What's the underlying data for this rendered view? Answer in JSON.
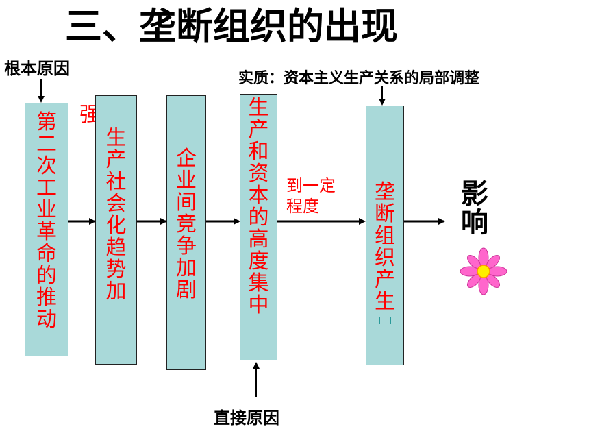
{
  "title": "三、垄断组织的出现",
  "labels": {
    "root_cause": "根本原因",
    "essence": "实质：资本主义生产关系的局部调整",
    "direct_cause": "直接原因",
    "qiang": "强",
    "to_certain_degree": "到一定程度"
  },
  "boxes": [
    {
      "text": "第二次工业革命的推动"
    },
    {
      "text": "生产社会化趋势加"
    },
    {
      "text": "企业间竞争加剧"
    },
    {
      "text": "生产和资本的高度集中"
    },
    {
      "text": "垄断组织产生"
    }
  ],
  "impact": "影响",
  "colors": {
    "box_fill": "#a9d9d9",
    "text_red": "#ff0000",
    "flower_pink": "#ff66cc",
    "flower_center": "#ffee00"
  },
  "icons": {
    "flower": "flower-icon"
  }
}
